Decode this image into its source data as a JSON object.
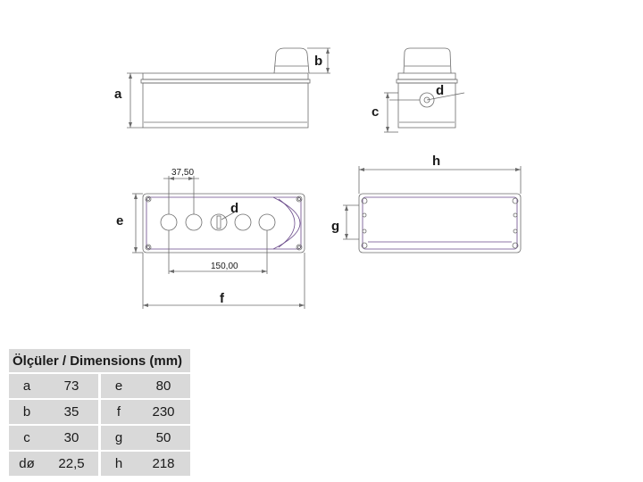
{
  "labels": {
    "a": "a",
    "b": "b",
    "c": "c",
    "d_side": "d",
    "d_front": "d",
    "e": "e",
    "f": "f",
    "g": "g",
    "h": "h",
    "pitch": "37,50",
    "span": "150,00"
  },
  "table": {
    "title": "Ölçüler / Dimensions (mm)",
    "rows": [
      [
        {
          "k": "a",
          "v": "73"
        },
        {
          "k": "e",
          "v": "80"
        }
      ],
      [
        {
          "k": "b",
          "v": "35"
        },
        {
          "k": "f",
          "v": "230"
        }
      ],
      [
        {
          "k": "c",
          "v": "30"
        },
        {
          "k": "g",
          "v": "50"
        }
      ],
      [
        {
          "k": "dø",
          "v": "22,5"
        },
        {
          "k": "h",
          "v": "218"
        }
      ]
    ]
  },
  "colors": {
    "line": "#6b6b6b",
    "accent": "#6a4a8a",
    "table_bg": "#d9d9d9"
  }
}
